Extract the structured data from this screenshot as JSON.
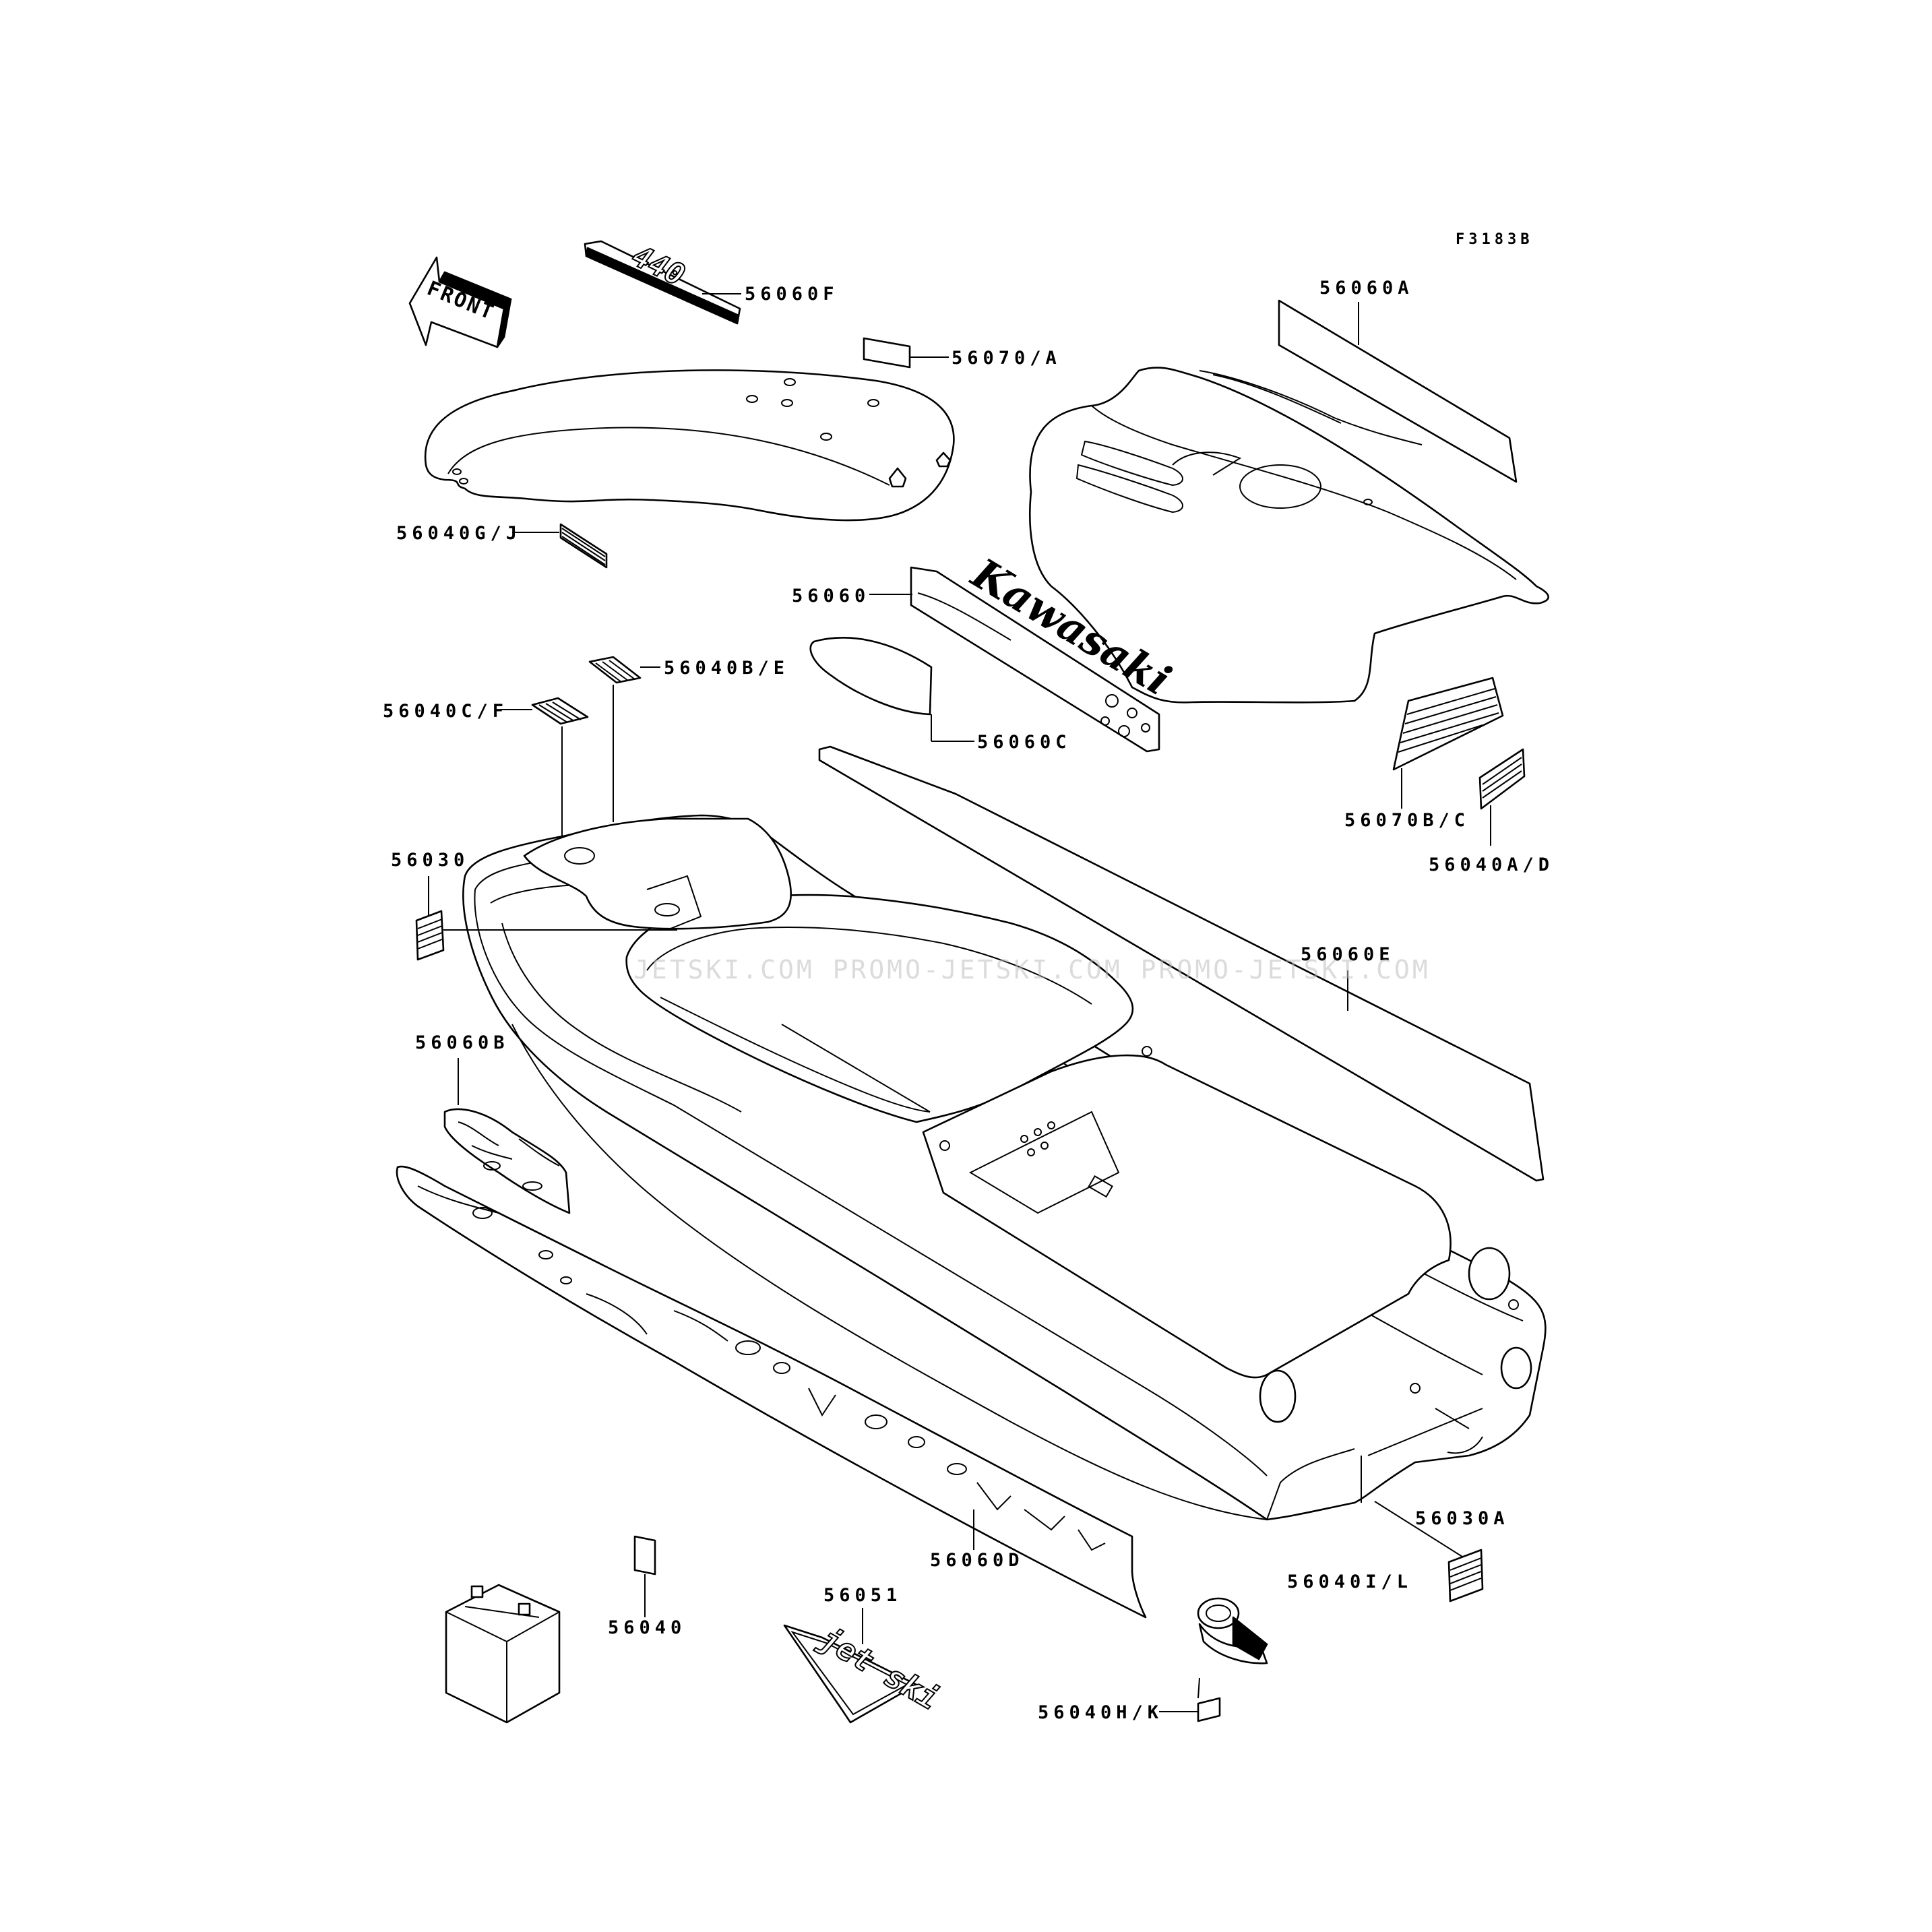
{
  "diagram": {
    "figure_code": "F3183B",
    "front_label": "FRONT",
    "watermark": "JETSKI.COM   PROMO-JETSKI.COM   PROMO-JETSKI.COM",
    "decal_kawasaki": "Kawasaki",
    "decal_model": "440",
    "decal_jetski": "jet ski",
    "labels": {
      "p56060F": "56060F",
      "p56070A": "56070/A",
      "p56060A": "56060A",
      "p56040GJ": "56040G/J",
      "p56060": "56060",
      "p56040BE": "56040B/E",
      "p56040CF": "56040C/F",
      "p56060C": "56060C",
      "p56070BC": "56070B/C",
      "p56040AD": "56040A/D",
      "p56030": "56030",
      "p56060E": "56060E",
      "p56060B": "56060B",
      "p56030A": "56030A",
      "p56060D": "56060D",
      "p56040IL": "56040I/L",
      "p56040": "56040",
      "p56051": "56051",
      "p56040HK": "56040H/K"
    }
  }
}
